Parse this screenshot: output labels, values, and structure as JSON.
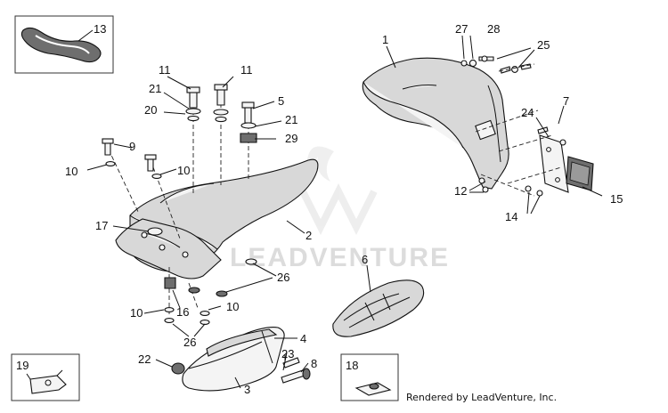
{
  "watermark": "LEADVENTURE",
  "credit": "Rendered by LeadVenture, Inc.",
  "callouts": [
    "13",
    "1",
    "27",
    "28",
    "25",
    "11",
    "11",
    "21",
    "5",
    "20",
    "21",
    "29",
    "9",
    "10",
    "10",
    "24",
    "7",
    "17",
    "2",
    "12",
    "14",
    "15",
    "6",
    "26",
    "10",
    "16",
    "10",
    "26",
    "4",
    "19",
    "22",
    "23",
    "8",
    "3",
    "18"
  ]
}
